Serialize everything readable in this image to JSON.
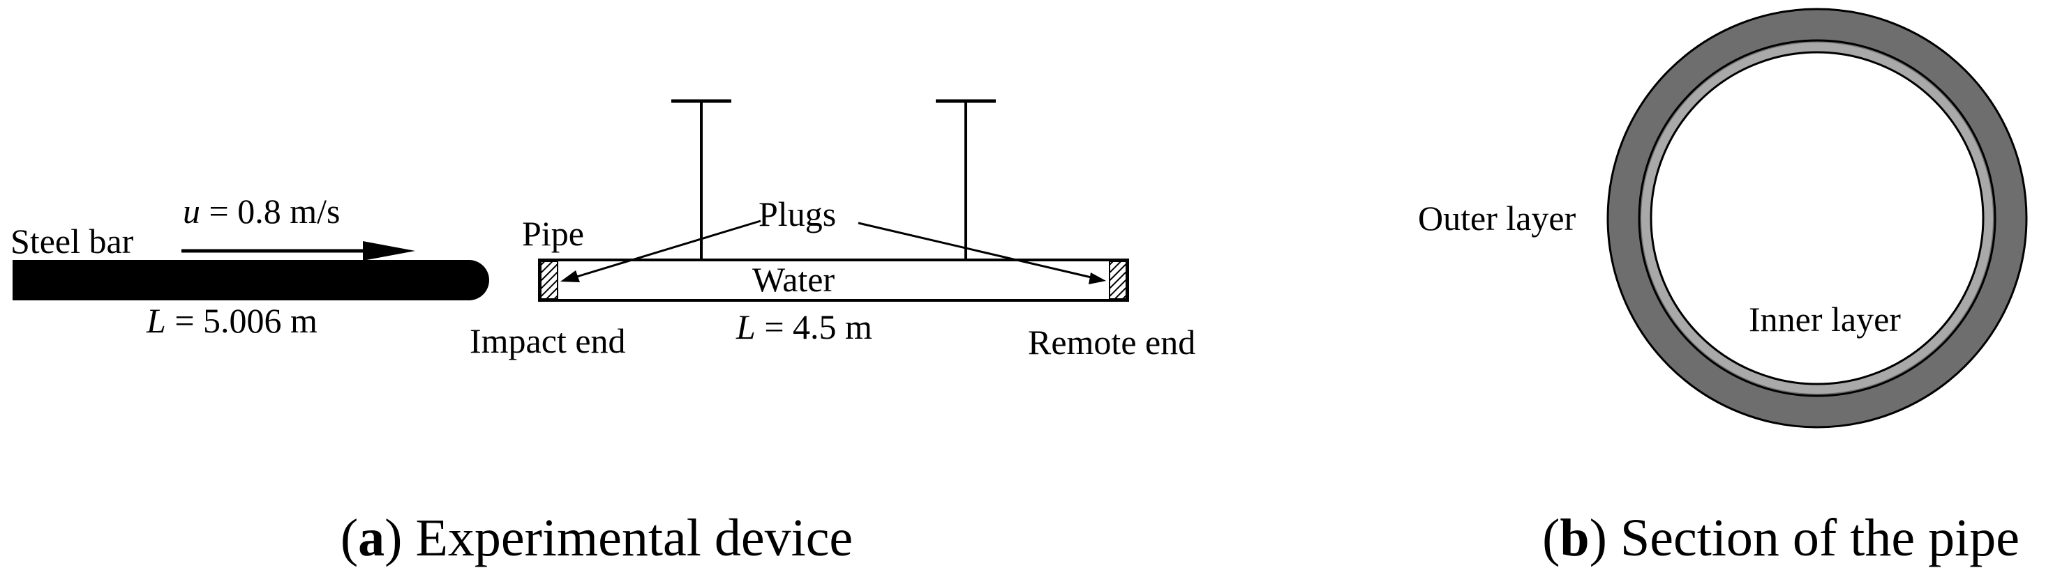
{
  "panel_a": {
    "bar_label": "Steel bar",
    "velocity_symbol": "u",
    "velocity_value": " = 0.8 m/s",
    "bar_length_symbol": "L",
    "bar_length_value": " = 5.006 m",
    "pipe_label": "Pipe",
    "plugs_label": "Plugs",
    "water_label": "Water",
    "impact_end_label": "Impact end",
    "pipe_length_symbol": "L",
    "pipe_length_value": " = 4.5 m",
    "remote_end_label": "Remote end",
    "caption_letter": "a",
    "caption_text": " Experimental device"
  },
  "panel_b": {
    "outer_layer_label": "Outer layer",
    "inner_layer_label": "Inner layer",
    "caption_letter": "b",
    "caption_text": " Section of the pipe",
    "colors": {
      "outer_layer": "#6e6e6e",
      "inner_layer": "#a9a9a9"
    }
  }
}
